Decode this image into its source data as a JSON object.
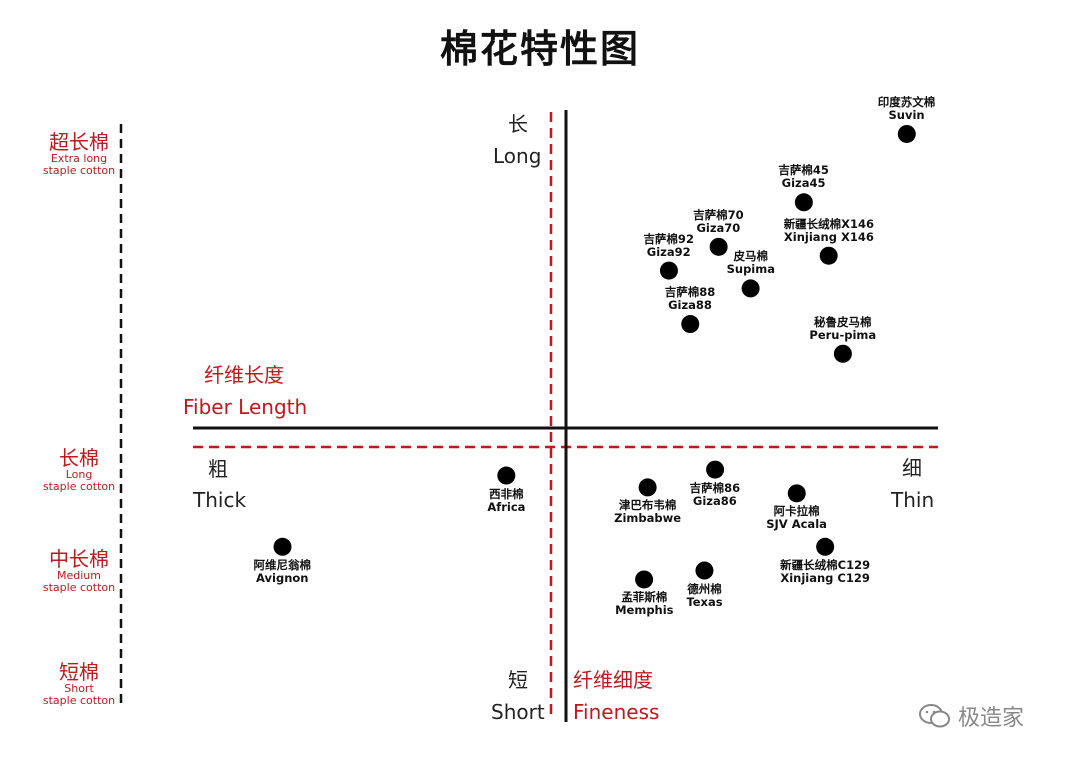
{
  "title": "棉花特性图",
  "axes": {
    "long_zh": "长",
    "long_en": "Long",
    "short_zh": "短",
    "short_en": "Short",
    "thick_zh": "粗",
    "thick_en": "Thick",
    "thin_zh": "细",
    "thin_en": "Thin",
    "fiber_length_zh": "纤维长度",
    "fiber_length_en": "Fiber Length",
    "fineness_zh": "纤维细度",
    "fineness_en": "Fineness"
  },
  "categories": [
    {
      "zh": "超长棉",
      "en1": "Extra long",
      "en2": "staple cotton"
    },
    {
      "zh": "长棉",
      "en1": "Long",
      "en2": "staple cotton"
    },
    {
      "zh": "中长棉",
      "en1": "Medium",
      "en2": "staple cotton"
    },
    {
      "zh": "短棉",
      "en1": "Short",
      "en2": "staple cotton"
    }
  ],
  "watermark": "极造家",
  "chart_data": {
    "type": "scatter",
    "title": "棉花特性图",
    "xlabel": "纤维细度 Fineness",
    "ylabel": "纤维长度 Fiber Length",
    "x_scale": "qualitative: 粗 Thick (left) to 细 Thin (right)",
    "y_scale": "qualitative: 短 Short (bottom) to 长 Long (top)",
    "xlim": [
      -1,
      1
    ],
    "ylim": [
      -1,
      1
    ],
    "points": [
      {
        "zh": "印度苏文棉",
        "en": "Suvin",
        "x": 0.96,
        "y": 0.99
      },
      {
        "zh": "吉萨棉45",
        "en": "Giza45",
        "x": 0.67,
        "y": 0.76
      },
      {
        "zh": "吉萨棉70",
        "en": "Giza70",
        "x": 0.43,
        "y": 0.61
      },
      {
        "zh": "新疆长绒棉X146",
        "en": "Xinjiang X146",
        "x": 0.74,
        "y": 0.58
      },
      {
        "zh": "吉萨棉92",
        "en": "Giza92",
        "x": 0.29,
        "y": 0.53
      },
      {
        "zh": "皮马棉",
        "en": "Supima",
        "x": 0.52,
        "y": 0.47
      },
      {
        "zh": "吉萨棉88",
        "en": "Giza88",
        "x": 0.35,
        "y": 0.35
      },
      {
        "zh": "秘鲁皮马棉",
        "en": "Peru-pima",
        "x": 0.78,
        "y": 0.25
      },
      {
        "zh": "西非棉",
        "en": "Africa",
        "x": -0.16,
        "y": -0.16
      },
      {
        "zh": "津巴布韦棉",
        "en": "Zimbabwe",
        "x": 0.23,
        "y": -0.2
      },
      {
        "zh": "吉萨棉86",
        "en": "Giza86",
        "x": 0.42,
        "y": -0.14
      },
      {
        "zh": "阿卡拉棉",
        "en": "SJV Acala",
        "x": 0.65,
        "y": -0.22
      },
      {
        "zh": "新疆长绒棉C129",
        "en": "Xinjiang C129",
        "x": 0.73,
        "y": -0.4
      },
      {
        "zh": "阿维尼翁棉",
        "en": "Avignon",
        "x": -0.76,
        "y": -0.4
      },
      {
        "zh": "孟菲斯棉",
        "en": "Memphis",
        "x": 0.22,
        "y": -0.51
      },
      {
        "zh": "德州棉",
        "en": "Texas",
        "x": 0.39,
        "y": -0.48
      }
    ]
  }
}
